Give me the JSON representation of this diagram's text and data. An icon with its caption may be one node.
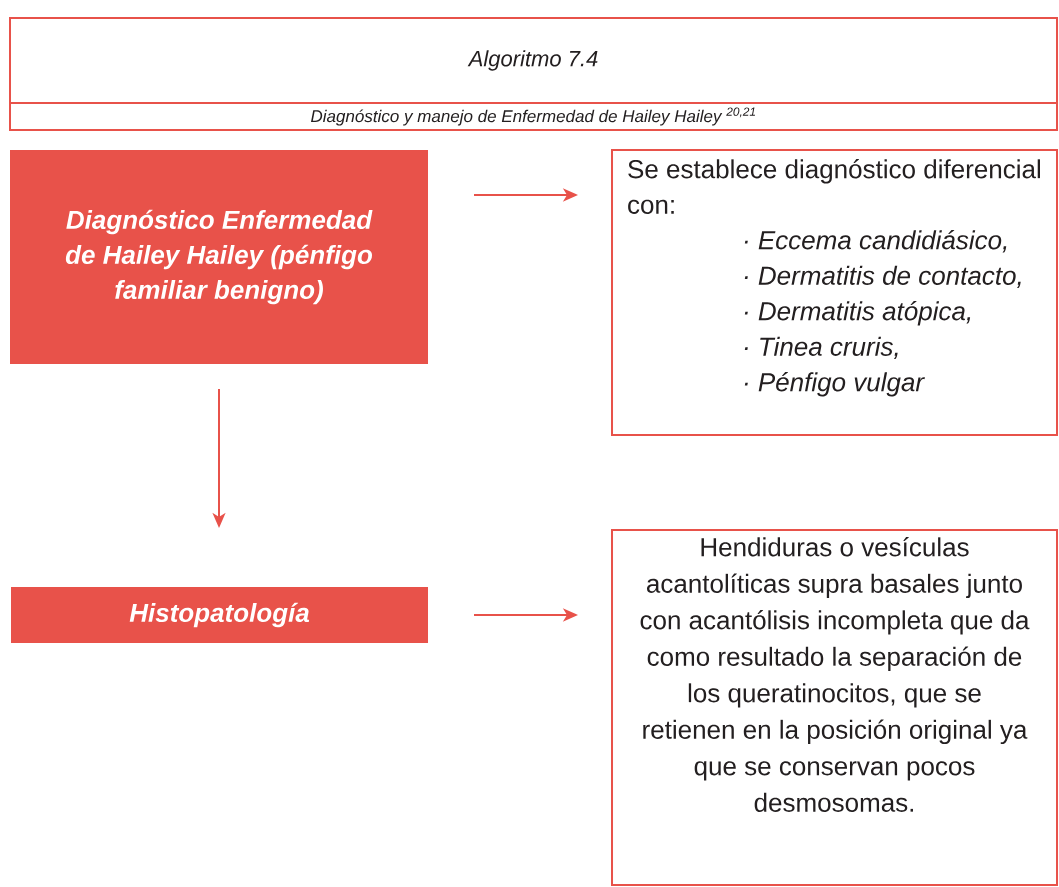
{
  "diagram": {
    "nodes": [
      {
        "text": [
          "Algoritmo 7.4"
        ]
      },
      {
        "text": [
          "Diagnóstico y manejo de Enfermedad de Hailey Hailey $^{20,21}$"
        ]
      },
      {
        "text": [
          "Diagnóstico Enfermedad de Hailey Hailey (pénfigo familiar benigno)"
        ]
      },
      {
        "text": [
          "Se establece diagnóstico diferencial con:",
          "· Eccema candidiásico,",
          "· Dermatitis de contacto,",
          "· Dermatitis atópica,",
          "· Tinea cruris,",
          "· Pénfigo vulgar"
        ]
      },
      {
        "text": [
          "Histopatología"
        ]
      },
      {
        "text": [
          "Hendiduras o vesículas acantolíticas supra basales junto con acantólisis incompleta que da como resultado la separación de los queratinocitos, que se retienen en la posición original ya que se conservan pocos desmosomas."
        ]
      }
    ],
    "edges": [
      {
        "from": 2,
        "to": 3,
        "arrow": "to"
      },
      {
        "from": 2,
        "to": 4,
        "arrow": "to"
      },
      {
        "from": 4,
        "to": 5,
        "arrow": "to"
      }
    ]
  }
}
